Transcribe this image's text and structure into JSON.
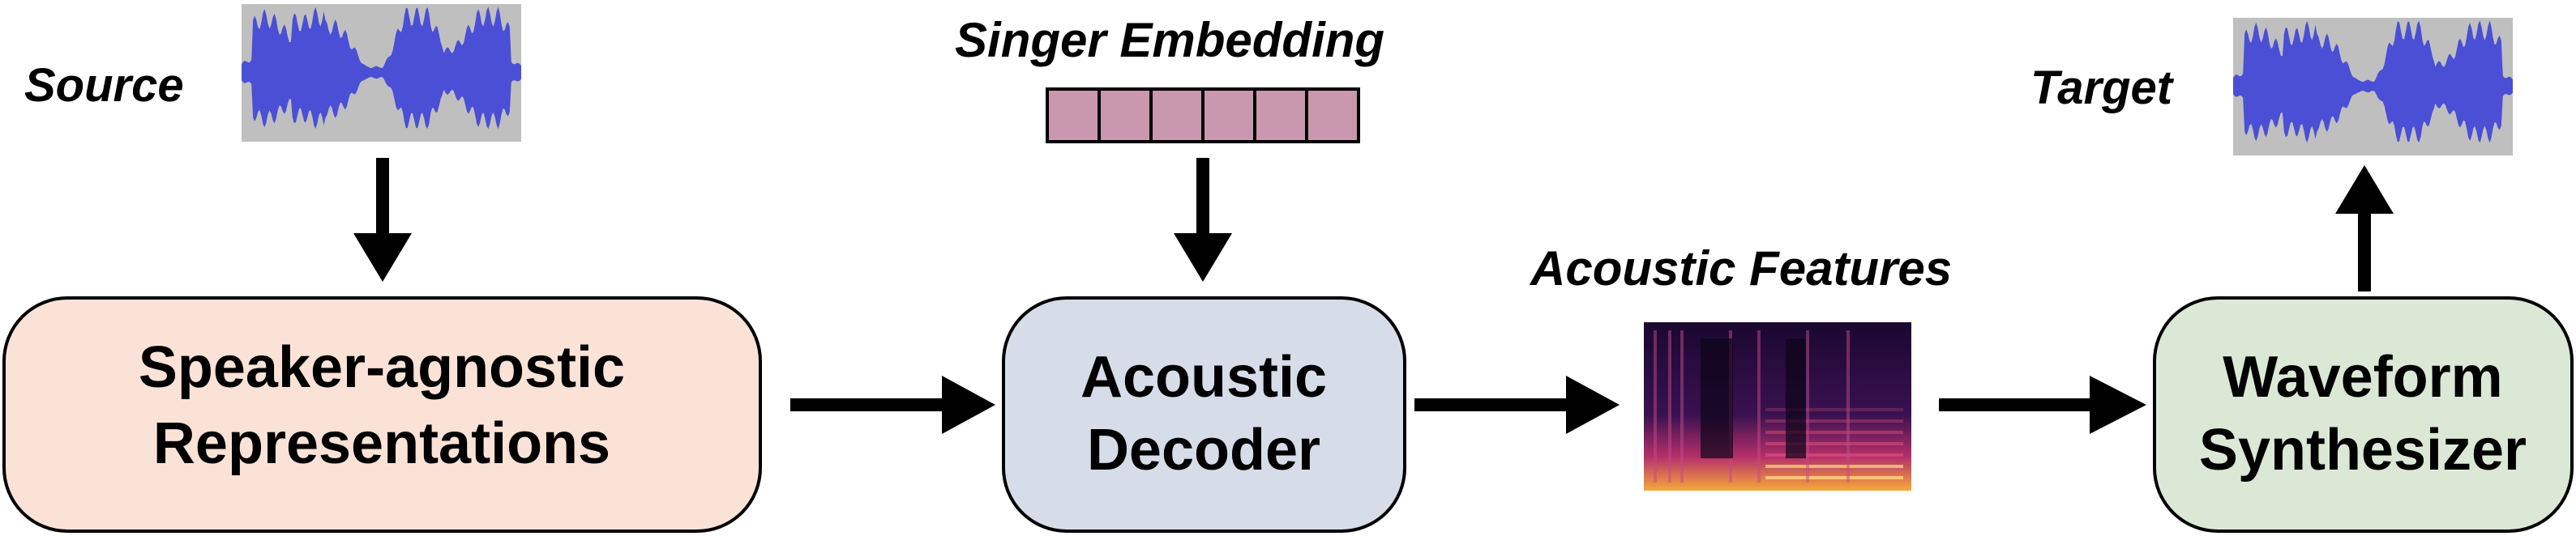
{
  "labels": {
    "source": "Source",
    "target": "Target",
    "singer_embedding": "Singer Embedding",
    "acoustic_features": "Acoustic Features"
  },
  "boxes": {
    "speaker_agnostic": {
      "line1": "Speaker-agnostic",
      "line2": "Representations"
    },
    "acoustic_decoder": {
      "line1": "Acoustic",
      "line2": "Decoder"
    },
    "waveform_synthesizer": {
      "line1": "Waveform",
      "line2": "Synthesizer"
    }
  },
  "colors": {
    "speaker_box_fill": "#fae3d6",
    "decoder_box_fill": "#d6dde9",
    "synth_box_fill": "#dbe8d6",
    "embedding_cell_fill": "#c998ae",
    "waveform_bg": "#bfbfbf",
    "waveform_fill": "#4a4fd6",
    "arrow": "#000000"
  },
  "embedding": {
    "cells": 6
  }
}
